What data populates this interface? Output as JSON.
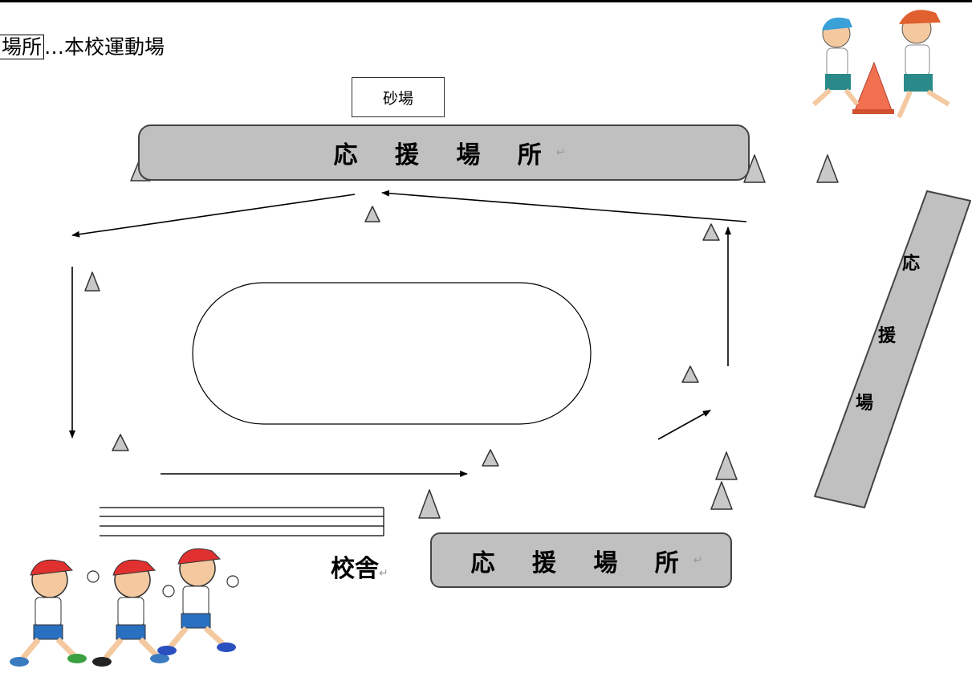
{
  "heading": {
    "boxed": "場所",
    "rest": "…本校運動場"
  },
  "sandpit": {
    "label": "砂場"
  },
  "support_top": {
    "label": "応 援 場 所"
  },
  "support_bottom": {
    "label": "応 援 場 所"
  },
  "support_side": {
    "chars": [
      "応",
      "援",
      "場"
    ]
  },
  "school": {
    "label": "校舎"
  },
  "return_mark": "↵",
  "illustrations": [
    "relay-runners-clipart",
    "children-running-clipart"
  ]
}
